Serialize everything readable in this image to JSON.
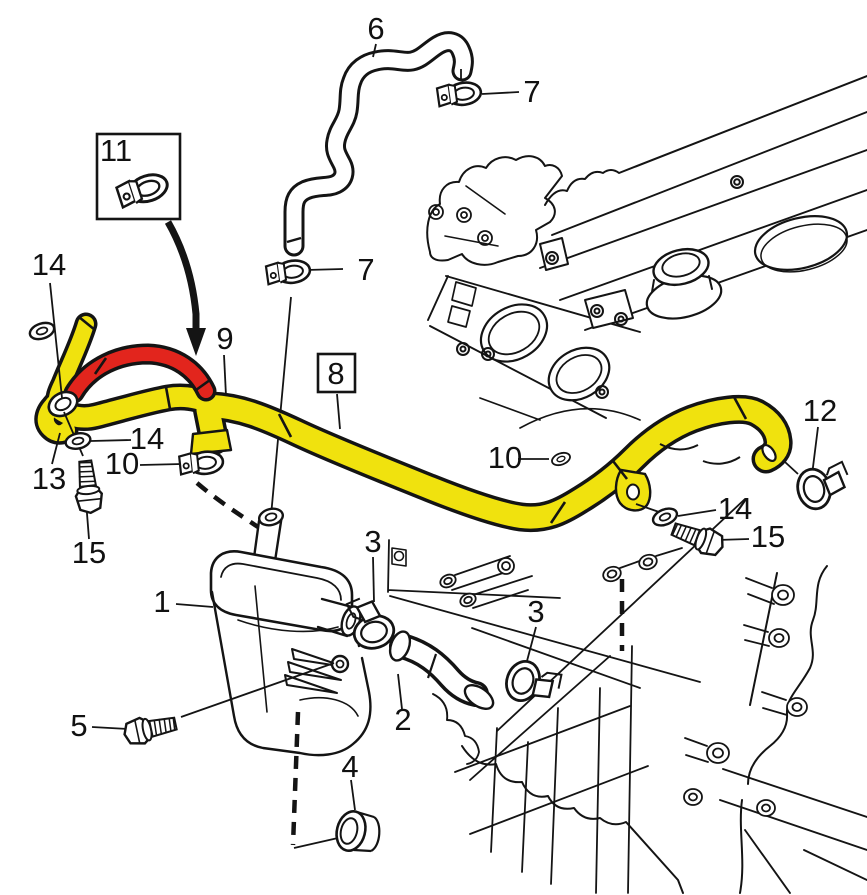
{
  "figure": {
    "type": "exploded-parts-diagram",
    "subject": "engine-crankcase-ventilation-hose-diagram",
    "background": "#ffffff",
    "colors": {
      "line": "#141414",
      "highlight_primary": "#f0e20e",
      "highlight_secondary": "#e2251d",
      "label": "#111111"
    }
  },
  "callouts": [
    {
      "id": "callout-6",
      "label": "6",
      "boxed": false
    },
    {
      "id": "callout-7a",
      "label": "7",
      "boxed": false
    },
    {
      "id": "callout-7b",
      "label": "7",
      "boxed": false
    },
    {
      "id": "callout-11",
      "label": "11",
      "boxed": true
    },
    {
      "id": "callout-14a",
      "label": "14",
      "boxed": false
    },
    {
      "id": "callout-9",
      "label": "9",
      "boxed": false
    },
    {
      "id": "callout-8",
      "label": "8",
      "boxed": true
    },
    {
      "id": "callout-10a",
      "label": "10",
      "boxed": false
    },
    {
      "id": "callout-14b",
      "label": "14",
      "boxed": false
    },
    {
      "id": "callout-13",
      "label": "13",
      "boxed": false
    },
    {
      "id": "callout-15a",
      "label": "15",
      "boxed": false
    },
    {
      "id": "callout-1",
      "label": "1",
      "boxed": false
    },
    {
      "id": "callout-3a",
      "label": "3",
      "boxed": false
    },
    {
      "id": "callout-10b",
      "label": "10",
      "boxed": false
    },
    {
      "id": "callout-12",
      "label": "12",
      "boxed": false
    },
    {
      "id": "callout-14c",
      "label": "14",
      "boxed": false
    },
    {
      "id": "callout-15b",
      "label": "15",
      "boxed": false
    },
    {
      "id": "callout-3b",
      "label": "3",
      "boxed": false
    },
    {
      "id": "callout-2",
      "label": "2",
      "boxed": false
    },
    {
      "id": "callout-5",
      "label": "5",
      "boxed": false
    },
    {
      "id": "callout-4",
      "label": "4",
      "boxed": false
    }
  ]
}
